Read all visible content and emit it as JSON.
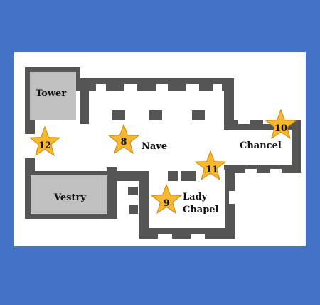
{
  "colors": {
    "page_background": "#4472c4",
    "map_background": "#ffffff",
    "wall": "#555555",
    "room_fill": "#c0c0c0",
    "star_fill": "#f7b731",
    "star_stroke": "#c98a0a",
    "text": "#111111"
  },
  "rooms": {
    "tower": "Tower",
    "vestry": "Vestry",
    "nave": "Nave",
    "chancel": "Chancel",
    "lady_chapel_line1": "Lady",
    "lady_chapel_line2": "Chapel"
  },
  "markers": [
    {
      "id": "marker-12",
      "label": "12",
      "location": "west-end"
    },
    {
      "id": "marker-8",
      "label": "8",
      "location": "nave"
    },
    {
      "id": "marker-9",
      "label": "9",
      "location": "lady-chapel"
    },
    {
      "id": "marker-11",
      "label": "11",
      "location": "crossing"
    },
    {
      "id": "marker-10",
      "label": "10",
      "location": "chancel"
    }
  ]
}
